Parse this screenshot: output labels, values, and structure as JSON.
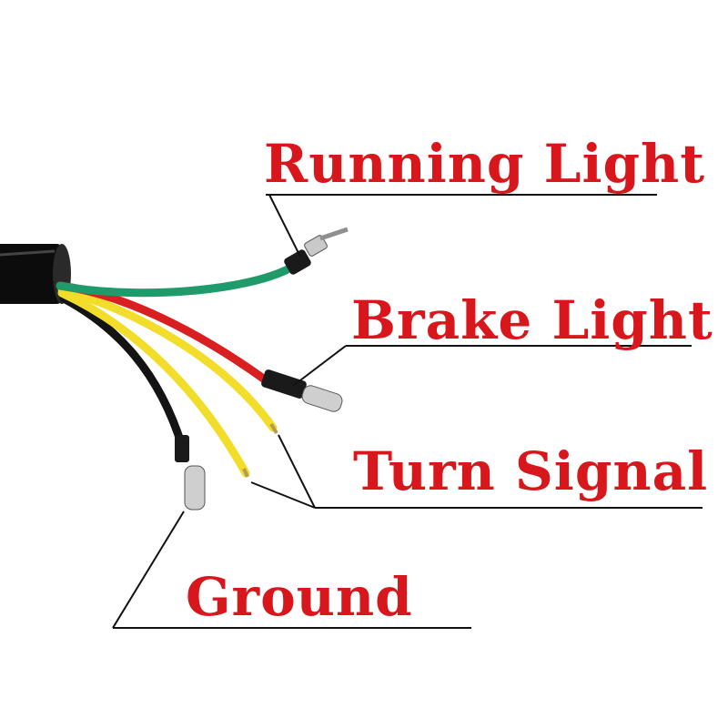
{
  "labels": {
    "running_light": "Running Light",
    "brake_light": "Brake Light",
    "turn_signal": "Turn Signal",
    "ground": "Ground"
  },
  "colors": {
    "label_text": "#d7171b",
    "leader_line": "#111111",
    "cable_jacket": "#0c0c0c",
    "wire_green": "#1f9a6a",
    "wire_red": "#d91f1f",
    "wire_yellow": "#f2de2a",
    "wire_black": "#141414",
    "connector_metal": "#c9c9c9",
    "connector_sleeve": "#1a1a1a"
  }
}
